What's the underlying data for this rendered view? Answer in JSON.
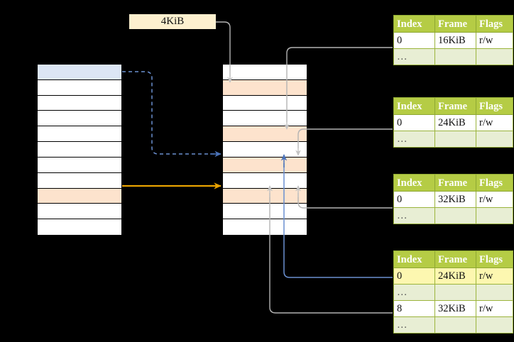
{
  "diagram": {
    "title_label": "4KiB",
    "virtual_memory_column": {
      "name": "virtual-address-space-column",
      "row_count": 11,
      "rows": [
        {
          "index": 0,
          "fill": "blue"
        },
        {
          "index": 1,
          "fill": "white"
        },
        {
          "index": 2,
          "fill": "white"
        },
        {
          "index": 3,
          "fill": "white"
        },
        {
          "index": 4,
          "fill": "white"
        },
        {
          "index": 5,
          "fill": "white"
        },
        {
          "index": 6,
          "fill": "white"
        },
        {
          "index": 7,
          "fill": "white"
        },
        {
          "index": 8,
          "fill": "orange"
        },
        {
          "index": 9,
          "fill": "white"
        },
        {
          "index": 10,
          "fill": "white"
        }
      ]
    },
    "physical_memory_column": {
      "name": "physical-memory-column",
      "row_count": 11,
      "rows": [
        {
          "index": 0,
          "fill": "white"
        },
        {
          "index": 1,
          "fill": "orange"
        },
        {
          "index": 2,
          "fill": "white"
        },
        {
          "index": 3,
          "fill": "white"
        },
        {
          "index": 4,
          "fill": "orange"
        },
        {
          "index": 5,
          "fill": "white"
        },
        {
          "index": 6,
          "fill": "orange"
        },
        {
          "index": 7,
          "fill": "white"
        },
        {
          "index": 8,
          "fill": "orange"
        },
        {
          "index": 9,
          "fill": "white"
        },
        {
          "index": 10,
          "fill": "white"
        }
      ]
    },
    "page_tables": [
      {
        "name": "page-table-1",
        "headers": [
          "Index",
          "Frame",
          "Flags"
        ],
        "rows": [
          {
            "cells": [
              "0",
              "16KiB",
              "r/w"
            ],
            "style": "normal"
          },
          {
            "cells": [
              "…",
              "",
              ""
            ],
            "style": "ellipsis"
          }
        ]
      },
      {
        "name": "page-table-2",
        "headers": [
          "Index",
          "Frame",
          "Flags"
        ],
        "rows": [
          {
            "cells": [
              "0",
              "24KiB",
              "r/w"
            ],
            "style": "normal"
          },
          {
            "cells": [
              "…",
              "",
              ""
            ],
            "style": "ellipsis"
          }
        ]
      },
      {
        "name": "page-table-3",
        "headers": [
          "Index",
          "Frame",
          "Flags"
        ],
        "rows": [
          {
            "cells": [
              "0",
              "32KiB",
              "r/w"
            ],
            "style": "normal"
          },
          {
            "cells": [
              "…",
              "",
              ""
            ],
            "style": "ellipsis"
          }
        ]
      },
      {
        "name": "page-table-4",
        "headers": [
          "Index",
          "Frame",
          "Flags"
        ],
        "rows": [
          {
            "cells": [
              "0",
              "24KiB",
              "r/w"
            ],
            "style": "highlight"
          },
          {
            "cells": [
              "…",
              "",
              ""
            ],
            "style": "ellipsis"
          },
          {
            "cells": [
              "8",
              "32KiB",
              "r/w"
            ],
            "style": "normal"
          },
          {
            "cells": [
              "…",
              "",
              ""
            ],
            "style": "ellipsis"
          }
        ]
      }
    ],
    "connectors": [
      {
        "name": "dashed-blue-virtual-to-physical",
        "style": "dashed",
        "color": "#6a8fd0"
      },
      {
        "name": "solid-orange-virtual-to-physical",
        "style": "solid",
        "color": "#e8a200"
      },
      {
        "name": "blue-frame-pointer",
        "style": "solid",
        "color": "#6a8fd0"
      },
      {
        "name": "gray-table-link-1",
        "style": "solid",
        "color": "#b3b3b3"
      },
      {
        "name": "gray-table-link-2",
        "style": "solid",
        "color": "#b3b3b3"
      },
      {
        "name": "gray-table-link-3",
        "style": "solid",
        "color": "#b3b3b3"
      },
      {
        "name": "gray-table-link-4",
        "style": "solid",
        "color": "#b3b3b3"
      },
      {
        "name": "gray-label-link",
        "style": "solid",
        "color": "#b3b3b3"
      }
    ],
    "colors": {
      "header_green": "#b5cc45",
      "ellipsis_green": "#e8eed4",
      "highlight_yellow": "#fdf7b0",
      "row_blue": "#dce6f5",
      "row_orange": "#fde3cd",
      "label_cream": "#fdf0cf",
      "connector_gray": "#b3b3b3",
      "connector_blue": "#6a8fd0",
      "connector_orange": "#e8a200",
      "background": "#000000"
    }
  }
}
